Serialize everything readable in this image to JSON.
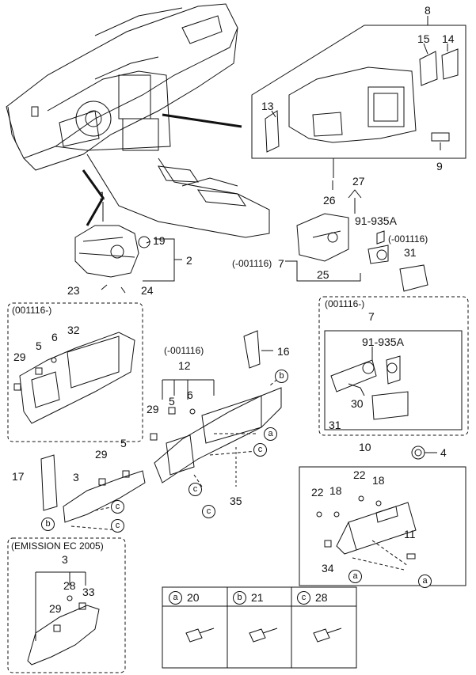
{
  "callouts": {
    "n1": "1",
    "n2": "2",
    "n3a": "3",
    "n3b": "3",
    "n4": "4",
    "n5a": "5",
    "n5b": "5",
    "n5c": "5",
    "n6a": "6",
    "n6b": "6",
    "n7a": "7",
    "n7b": "7",
    "n8": "8",
    "n9": "9",
    "n10": "10",
    "n11": "11",
    "n12": "12",
    "n13": "13",
    "n14": "14",
    "n15": "15",
    "n16": "16",
    "n17": "17",
    "n18a": "18",
    "n18b": "18",
    "n19": "19",
    "n22a": "22",
    "n22b": "22",
    "n23": "23",
    "n24": "24",
    "n25": "25",
    "n26": "26",
    "n27": "27",
    "n28": "28",
    "n29a": "29",
    "n29b": "29",
    "n29c": "29",
    "n29d": "29",
    "n30": "30",
    "n31a": "31",
    "n31b": "31",
    "n32": "32",
    "n33": "33",
    "n34": "34",
    "n35": "35",
    "ref_a": "91-935A",
    "ref_b": "91-935A"
  },
  "group_labels": {
    "box_left": "(001116-)",
    "group12": "(-001116)",
    "group7_left": "(-001116)",
    "group31": "(-001116)",
    "box_right": "(001116-)",
    "emission": "(EMISSION EC 2005)"
  },
  "markers": {
    "a": "a",
    "b": "b",
    "c": "c"
  },
  "legend": [
    {
      "letter": "a",
      "part": "20"
    },
    {
      "letter": "b",
      "part": "21"
    },
    {
      "letter": "c",
      "part": "28"
    }
  ]
}
